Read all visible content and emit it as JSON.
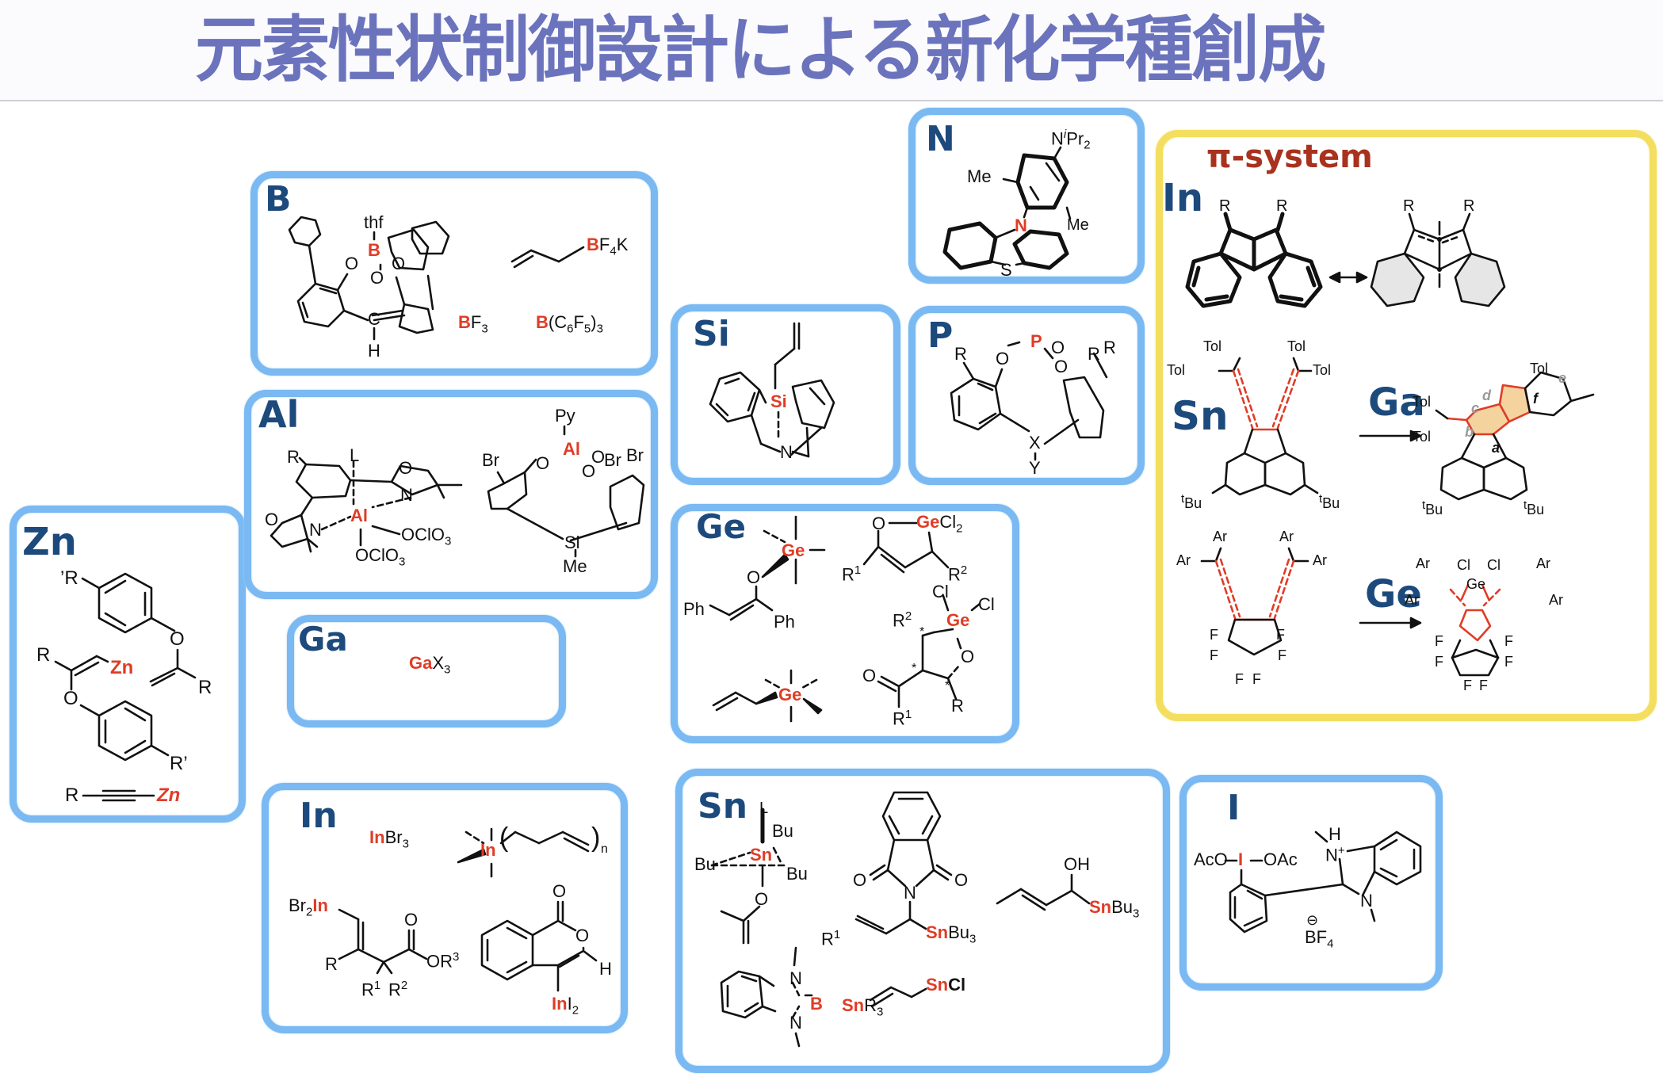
{
  "header": {
    "title": "元素性状制御設計による新化学種創成"
  },
  "colors": {
    "title": "#6b73bd",
    "panel_border_blue": "#7ab9f2",
    "panel_border_yellow": "#f3de5f",
    "element_label": "#1d4a7c",
    "highlight_atom": "#e03c26",
    "pi_label": "#a8321e"
  },
  "panels": {
    "zn": {
      "element": "Zn",
      "labels": {
        "r_prime_top": "’R",
        "r_left": "R",
        "zn_center": "Zn",
        "r_right": "R",
        "o_top": "O",
        "o_bottom": "O",
        "r_prime_bottom": "R’",
        "alkyne_r": "R",
        "alkyne_zn": "Zn"
      }
    },
    "b": {
      "element": "B",
      "labels": {
        "thf": "thf",
        "b_center": "B",
        "o1": "O",
        "o2": "O",
        "o3": "O",
        "c": "C",
        "h": "H",
        "bf4k_b": "B",
        "bf4k_rest": "F",
        "bf4k_sub": "4",
        "bf4k_k": "K",
        "bf3_b": "B",
        "bf3_f": "F",
        "bf3_sub": "3",
        "bcf_b": "B",
        "bcf_rest1": "(C",
        "bcf_sub1": "6",
        "bcf_rest2": "F",
        "bcf_sub2": "5",
        "bcf_rest3": ")",
        "bcf_sub3": "3"
      }
    },
    "al": {
      "element": "Al",
      "labels": {
        "r": "R",
        "l": "L",
        "o_left": "O",
        "o_right": "O",
        "n_left": "N",
        "n_right": "N",
        "al_center": "Al",
        "ocl_right": "OClO",
        "ocl_right_sub": "3",
        "ocl_bottom": "OClO",
        "ocl_bottom_sub": "3",
        "py": "Py",
        "al2": "Al",
        "br1": "Br",
        "br2": "Br",
        "br3": "Br",
        "o_a": "O",
        "o_b": "O",
        "o_c": "O",
        "si": "Si",
        "me": "Me"
      }
    },
    "ga": {
      "element": "Ga",
      "labels": {
        "gax3_ga": "Ga",
        "gax3_x": "X",
        "gax3_sub": "3"
      }
    },
    "in": {
      "element": "In",
      "labels": {
        "inbr3_in": "In",
        "inbr3_br": "Br",
        "inbr3_sub": "3",
        "in_poly": "In",
        "n_sub": "n",
        "br2in_br": "Br",
        "br2in_sub": "2",
        "br2in_in": "In",
        "r": "R",
        "o_carbonyl": "O",
        "or3": "OR",
        "or3_sup": "3",
        "r1": "R",
        "r1_sup": "1",
        "r2": "R",
        "r2_sup": "2",
        "o_lactone1": "O",
        "o_lactone2": "O",
        "h": "H",
        "ini2_in": "In",
        "ini2_i": "I",
        "ini2_sub": "2"
      }
    },
    "n": {
      "element": "N",
      "labels": {
        "nipr2": "N",
        "nipr2_sup": "i",
        "nipr2_pr": "Pr",
        "nipr2_sub": "2",
        "me1": "Me",
        "me2": "Me",
        "n_center": "N",
        "s": "S"
      }
    },
    "si": {
      "element": "Si",
      "labels": {
        "si_center": "Si",
        "n": "N"
      }
    },
    "p": {
      "element": "P",
      "labels": {
        "r1": "R",
        "r2": "R",
        "r3": "R",
        "p_center": "P",
        "o1": "O",
        "o2": "O",
        "o3": "O",
        "x": "X",
        "y": "Y"
      }
    },
    "ge": {
      "element": "Ge",
      "labels": {
        "ge1": "Ge",
        "o1": "O",
        "ph1": "Ph",
        "ph2": "Ph",
        "o2": "O",
        "gecl2_ge": "Ge",
        "gecl2_cl": "Cl",
        "gecl2_sub": "2",
        "r1a": "R",
        "r1a_sup": "1",
        "r2a": "R",
        "r2a_sup": "2",
        "cl1": "Cl",
        "cl2": "Cl",
        "ge3": "Ge",
        "r2b": "R",
        "r2b_sup": "2",
        "o3": "O",
        "o4": "O",
        "r1b": "R",
        "r1b_sup": "1",
        "r": "R",
        "ge2": "Ge",
        "star": "*"
      }
    },
    "sn": {
      "element": "Sn",
      "labels": {
        "l": "L",
        "bu1": "Bu",
        "bu2": "Bu",
        "bu3": "Bu",
        "sn_center": "Sn",
        "o": "O",
        "o_imide1": "O",
        "o_imide2": "O",
        "n_imide": "N",
        "r1": "R",
        "r1_sup": "1",
        "snbu3_a_sn": "Sn",
        "snbu3_a_bu": "Bu",
        "snbu3_a_sub": "3",
        "oh": "OH",
        "snbu3_b_sn": "Sn",
        "snbu3_b_bu": "Bu",
        "snbu3_b_sub": "3",
        "n1": "N",
        "n2": "N",
        "b": "B",
        "snr3_sn": "Sn",
        "snr3_r": "R",
        "snr3_sub": "3",
        "sncl_sn": "Sn",
        "sncl_cl": "Cl"
      }
    },
    "i": {
      "element": "I",
      "labels": {
        "aco": "AcO",
        "i_center": "I",
        "oac": "OAc",
        "h": "H",
        "n_plus": "N",
        "plus": "+",
        "n2": "N",
        "minus": "⊖",
        "bf4": "BF",
        "bf4_sub": "4"
      }
    },
    "pi_system": {
      "title": "π-system",
      "sections": [
        {
          "element": "In",
          "labels": {
            "r1": "R",
            "r2": "R",
            "r3": "R",
            "r4": "R"
          }
        },
        {
          "element": "Sn",
          "reagent": "Ga",
          "labels": {
            "tol1": "Tol",
            "tol2": "Tol",
            "tol3": "Tol",
            "tol4": "Tol",
            "tbu1": "Bu",
            "tbu2": "Bu",
            "tbu3": "Bu",
            "tbu4": "Bu",
            "t_sup": "t",
            "tol5": "Tol",
            "tol6": "Tol",
            "tol7": "Tol",
            "ring_a": "a",
            "ring_b": "b",
            "ring_c": "c",
            "ring_d": "d",
            "ring_e": "e",
            "ring_f": "f"
          }
        },
        {
          "reagent": "Ge",
          "labels": {
            "ar": "Ar",
            "f": "F",
            "cl": "Cl",
            "ge": "Ge"
          }
        }
      ]
    }
  }
}
